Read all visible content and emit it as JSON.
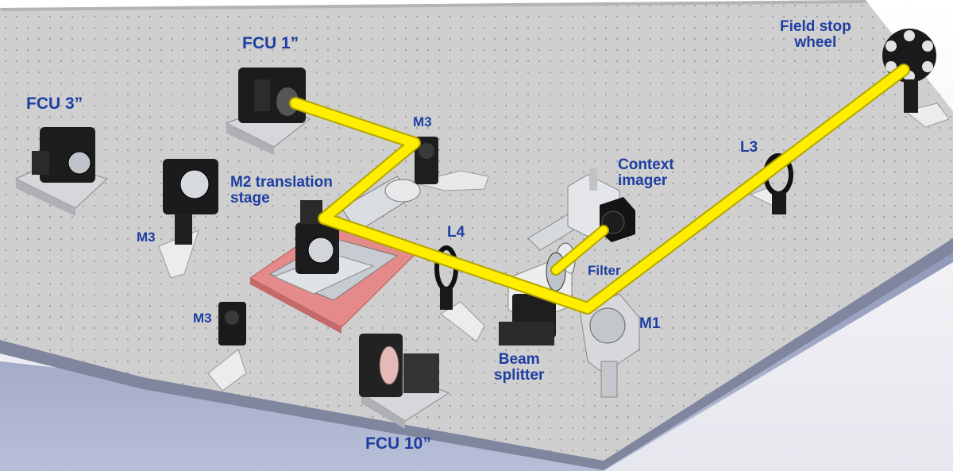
{
  "labels": {
    "fcu1": "FCU 1”",
    "fcu3": "FCU 3”",
    "fcu10": "FCU 10”",
    "m3_top": "M3",
    "m3_left": "M3",
    "m3_bottom": "M3",
    "m2_line1": "M2 translation",
    "m2_line2": "stage",
    "l4": "L4",
    "l3": "L3",
    "context_line1": "Context",
    "context_line2": "imager",
    "filter": "Filter",
    "m1": "M1",
    "beam_line1": "Beam",
    "beam_line2": "splitter",
    "fieldstop_line1": "Field stop",
    "fieldstop_line2": "wheel"
  },
  "colors": {
    "beam": "#ffee00",
    "label": "#1e3ea0",
    "table": "#c9c9c9",
    "stage_plate": "#e58080",
    "backdrop": "#a8b2cf"
  }
}
